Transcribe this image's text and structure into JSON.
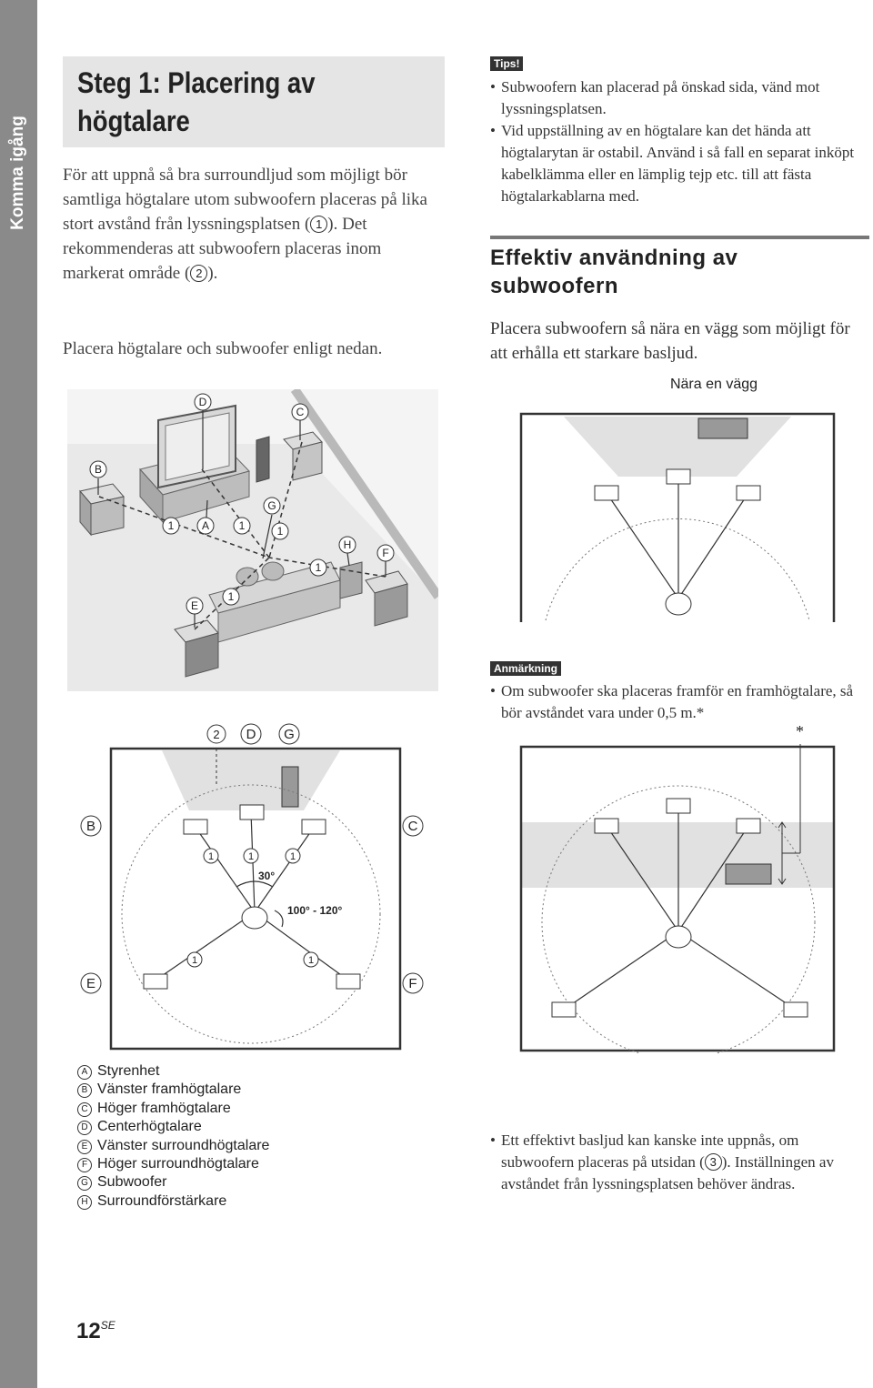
{
  "sidebar": {
    "section_label": "Komma igång"
  },
  "left": {
    "title": "Steg 1: Placering av högtalare",
    "para1_a": "För att uppnå så bra surroundljud som möjligt bör samtliga högtalare utom subwoofern placeras på lika stort avstånd från lyssningsplatsen (",
    "para1_b": "). Det rekommenderas att subwoofern placeras inom markerat område (",
    "para1_c": ").",
    "para2": "Placera högtalare och subwoofer enligt nedan.",
    "ref1": "1",
    "ref2": "2"
  },
  "room_illustration": {
    "labels": {
      "A": "A",
      "B": "B",
      "C": "C",
      "D": "D",
      "E": "E",
      "F": "F",
      "G": "G",
      "H": "H",
      "one": "1"
    }
  },
  "layout_diagram": {
    "ref2": "2",
    "D": "D",
    "G": "G",
    "B": "B",
    "C": "C",
    "E": "E",
    "F": "F",
    "one": "1",
    "angle_front": "30°",
    "angle_surround": "100° - 120°"
  },
  "legend": [
    {
      "key": "A",
      "text": "Styrenhet"
    },
    {
      "key": "B",
      "text": "Vänster framhögtalare"
    },
    {
      "key": "C",
      "text": "Höger framhögtalare"
    },
    {
      "key": "D",
      "text": "Centerhögtalare"
    },
    {
      "key": "E",
      "text": "Vänster surroundhögtalare"
    },
    {
      "key": "F",
      "text": "Höger surroundhögtalare"
    },
    {
      "key": "G",
      "text": "Subwoofer"
    },
    {
      "key": "H",
      "text": "Surroundförstärkare"
    }
  ],
  "tips": {
    "tag": "Tips!",
    "items": [
      "Subwoofern kan placerad på önskad sida, vänd mot lyssningsplatsen.",
      "Vid uppställning av en högtalare kan det hända att högtalarytan är ostabil. Använd i så fall en separat inköpt kabelklämma eller en lämplig tejp etc. till att fästa högtalarkablarna med."
    ]
  },
  "subwoofer_section": {
    "heading": "Effektiv användning av subwoofern",
    "intro": "Placera subwoofern så nära en vägg som möjligt för att erhålla ett starkare basljud.",
    "wall_label": "Nära en vägg"
  },
  "note": {
    "tag": "Anmärkning",
    "item": "Om subwoofer ska placeras framför en framhögtalare, så bör avståndet vara under 0,5 m.*",
    "asterisk": "*"
  },
  "bottom_note": {
    "text_a": "Ett effektivt basljud kan kanske inte uppnås, om subwoofern placeras på utsidan (",
    "ref": "3",
    "text_b": "). Inställningen av avståndet från lyssningsplatsen behöver ändras."
  },
  "page": {
    "number": "12",
    "suffix": "SE"
  }
}
